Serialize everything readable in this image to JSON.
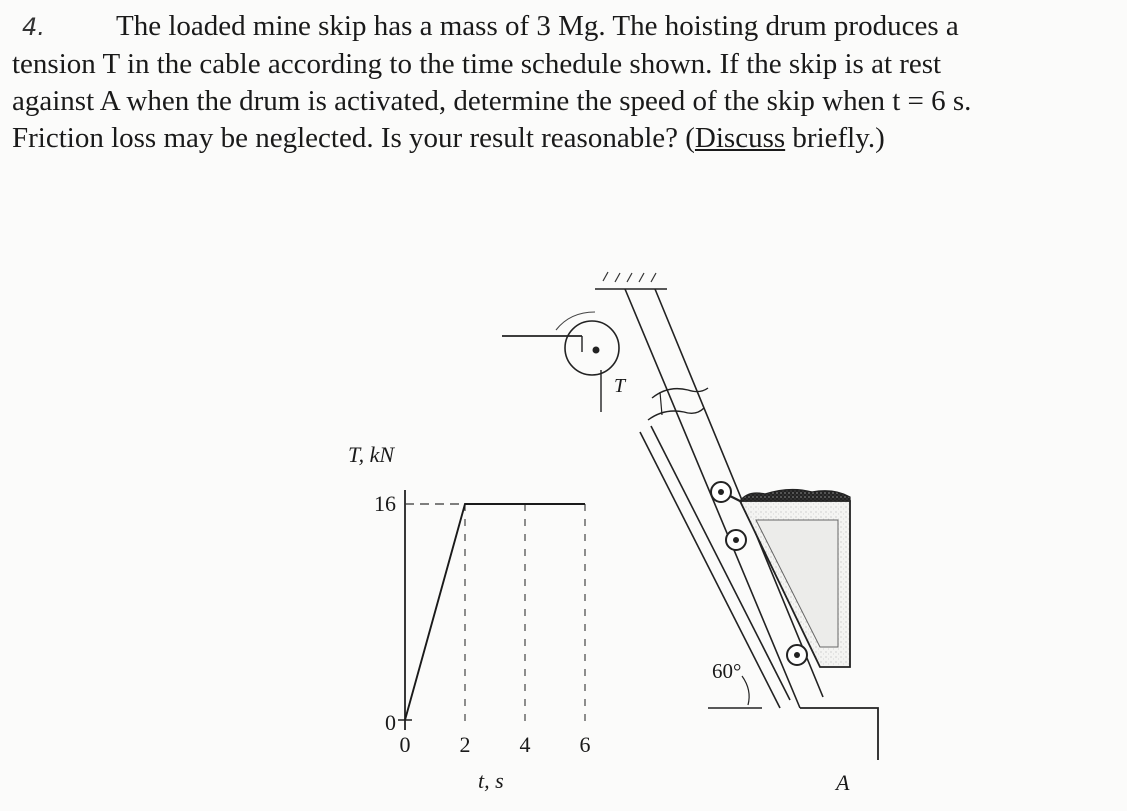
{
  "problem": {
    "number": "4.",
    "lines": [
      "The loaded mine skip has a mass of 3 Mg. The hoisting drum produces a",
      "tension T in the cable according to the time schedule shown. If the skip is at rest",
      "against A when the drum is activated, determine the speed of the skip when t = 6 s.",
      "Friction loss may be neglected. Is your result reasonable?"
    ],
    "discuss_open": "(",
    "discuss_word": "Discuss",
    "discuss_rest": " briefly.)"
  },
  "chart_data": {
    "type": "line",
    "ylabel": "T, kN",
    "xlabel": "t, s",
    "x_ticks": [
      "0",
      "2",
      "4",
      "6"
    ],
    "y_ticks": [
      "0",
      "16"
    ],
    "series": [
      {
        "x": [
          0,
          2,
          6
        ],
        "y": [
          0,
          16,
          16
        ]
      }
    ],
    "xlim": [
      0,
      6
    ],
    "ylim": [
      0,
      16
    ],
    "grid": false
  },
  "diagram": {
    "tension_label": "T",
    "angle_label": "60°",
    "point_label": "A"
  }
}
